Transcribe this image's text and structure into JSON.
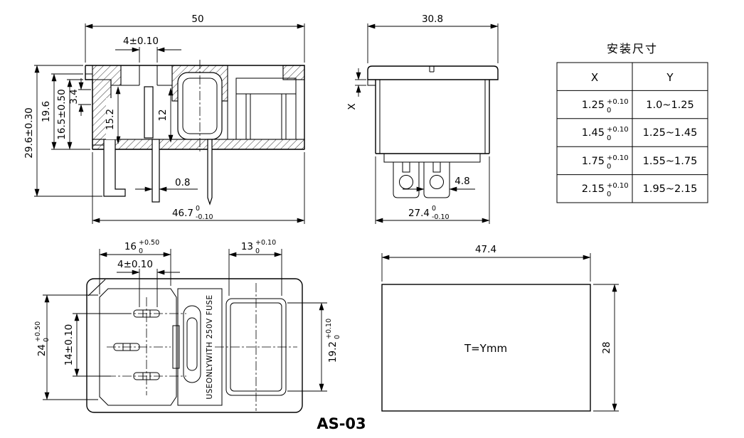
{
  "drawing": {
    "title": "AS-03"
  },
  "side_view": {
    "dim_width_top": "50",
    "dim_slot": "4±0.10",
    "dim_height_overall": "29.6±0.30",
    "dim_h1": "19.6",
    "dim_h2": "16.5±0.50",
    "dim_h3": "3.4",
    "dim_h4": "15.2",
    "dim_h5": "12",
    "dim_pin_thk": "0.8",
    "dim_base": "46.7",
    "dim_base_sup": "0",
    "dim_base_sub": "-0.10"
  },
  "front_view": {
    "dim_width_top": "30.8",
    "dim_x": "X",
    "dim_term": "4.8",
    "dim_base": "27.4",
    "dim_base_sup": "0",
    "dim_base_sub": "-0.10"
  },
  "mount_table": {
    "title": "安装尺寸",
    "header_x": "X",
    "header_y": "Y",
    "rows": [
      {
        "x": "1.25",
        "x_sup": "+0.10",
        "x_sub": "0",
        "y": "1.0~1.25"
      },
      {
        "x": "1.45",
        "x_sup": "+0.10",
        "x_sub": "0",
        "y": "1.25~1.45"
      },
      {
        "x": "1.75",
        "x_sup": "+0.10",
        "x_sub": "0",
        "y": "1.55~1.75"
      },
      {
        "x": "2.15",
        "x_sup": "+0.10",
        "x_sub": "0",
        "y": "1.95~2.15"
      }
    ]
  },
  "panel_view": {
    "dim_inlet_w": "16",
    "dim_inlet_w_sup": "+0.50",
    "dim_inlet_w_sub": "0",
    "dim_pin_w": "4±0.10",
    "dim_switch_w": "13",
    "dim_switch_w_sup": "+0.10",
    "dim_switch_w_sub": "0",
    "dim_inlet_h": "24",
    "dim_inlet_h_sup": "+0.50",
    "dim_inlet_h_sub": "0",
    "dim_pin_pitch": "14±0.10",
    "dim_switch_h": "19.2",
    "dim_switch_h_sup": "+0.10",
    "dim_switch_h_sub": "0",
    "fuse_label": "USEONLYWITH 250V FUSE"
  },
  "depth_view": {
    "dim_width": "47.4",
    "dim_height": "28",
    "thickness_label": "T=Ymm"
  }
}
